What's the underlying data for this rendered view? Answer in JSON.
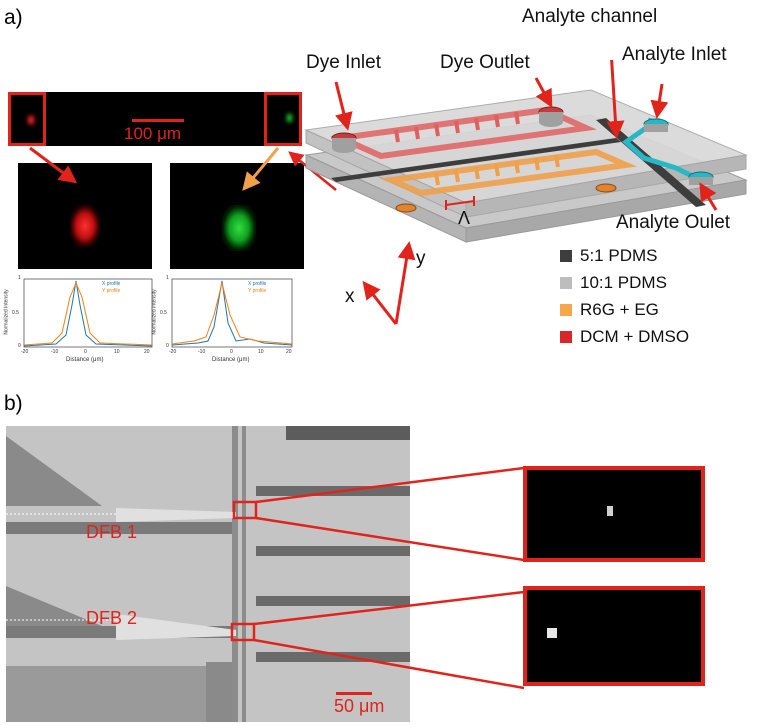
{
  "panel_a": {
    "label": "a)",
    "scale_bar": "100 μm",
    "profile_left": {
      "legend": [
        "X profile",
        "Y profile"
      ],
      "ylabel": "Normalized Intensity",
      "xlabel": "Distance (μm)",
      "xticks": [
        "-20",
        "-10",
        "0",
        "10",
        "20"
      ],
      "yticks": [
        "0",
        "0.5",
        "1"
      ]
    },
    "profile_right": {
      "legend": [
        "X profile",
        "Y profile"
      ],
      "ylabel": "Normalized Intensity",
      "xlabel": "Distance (μm)",
      "xticks": [
        "-20",
        "-10",
        "0",
        "10",
        "20"
      ],
      "yticks": [
        "0",
        "0.5",
        "1"
      ]
    },
    "labels": {
      "dye_inlet": "Dye Inlet",
      "dye_outlet": "Dye Outlet",
      "analyte_channel": "Analyte channel",
      "analyte_inlet": "Analyte Inlet",
      "analyte_outlet": "Analyte Oulet",
      "lambda": "Λ",
      "axis_x": "x",
      "axis_y": "y"
    },
    "legend": [
      {
        "label": "5:1 PDMS",
        "color": "#3d3d3d"
      },
      {
        "label": "10:1 PDMS",
        "color": "#bdbdbd"
      },
      {
        "label": "R6G + EG",
        "color": "#f5a74a"
      },
      {
        "label": "DCM + DMSO",
        "color": "#d9262b"
      }
    ]
  },
  "panel_b": {
    "label": "b)",
    "dfb1": "DFB 1",
    "dfb2": "DFB 2",
    "scale_bar": "50 μm"
  },
  "colors": {
    "accent_red": "#e0241c",
    "analyte_cyan": "#27b8c6",
    "orange": "#f0a04b"
  }
}
